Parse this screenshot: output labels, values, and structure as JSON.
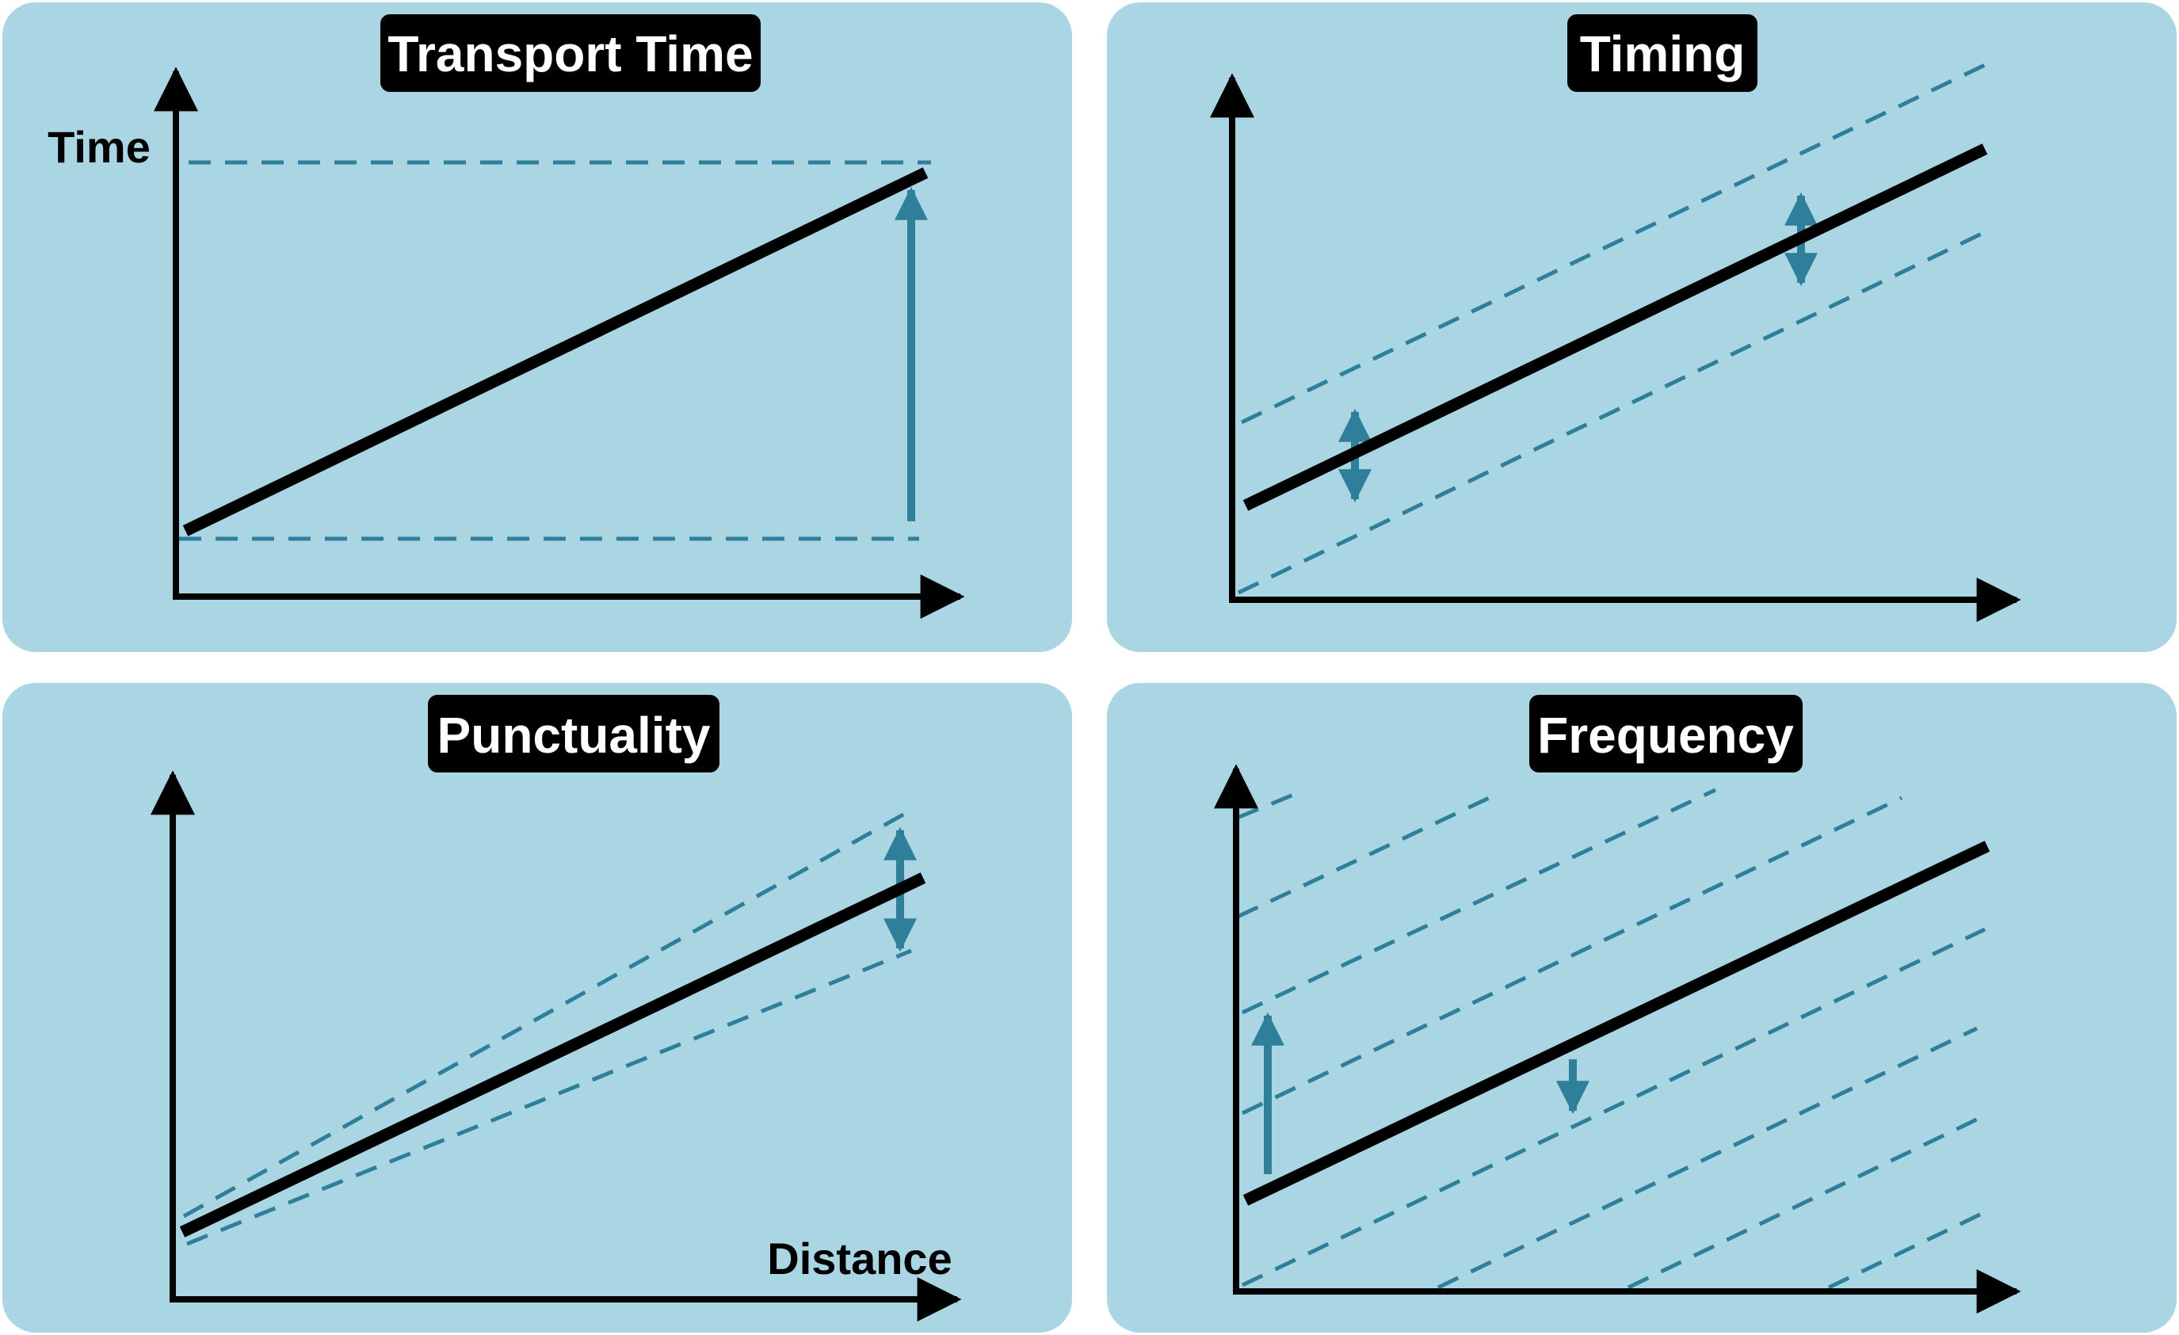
{
  "colors": {
    "panel_bg": "#aad6e4",
    "dashed_line": "#2f7f9b",
    "arrow": "#2f7f9b",
    "main_line": "#000000",
    "title_bg": "#000000",
    "title_text": "#ffffff"
  },
  "panels": [
    {
      "title": "Transport Time",
      "y_label": "Time",
      "x_label": ""
    },
    {
      "title": "Timing",
      "y_label": "",
      "x_label": ""
    },
    {
      "title": "Punctuality",
      "y_label": "",
      "x_label": "Distance"
    },
    {
      "title": "Frequency",
      "y_label": "",
      "x_label": ""
    }
  ]
}
